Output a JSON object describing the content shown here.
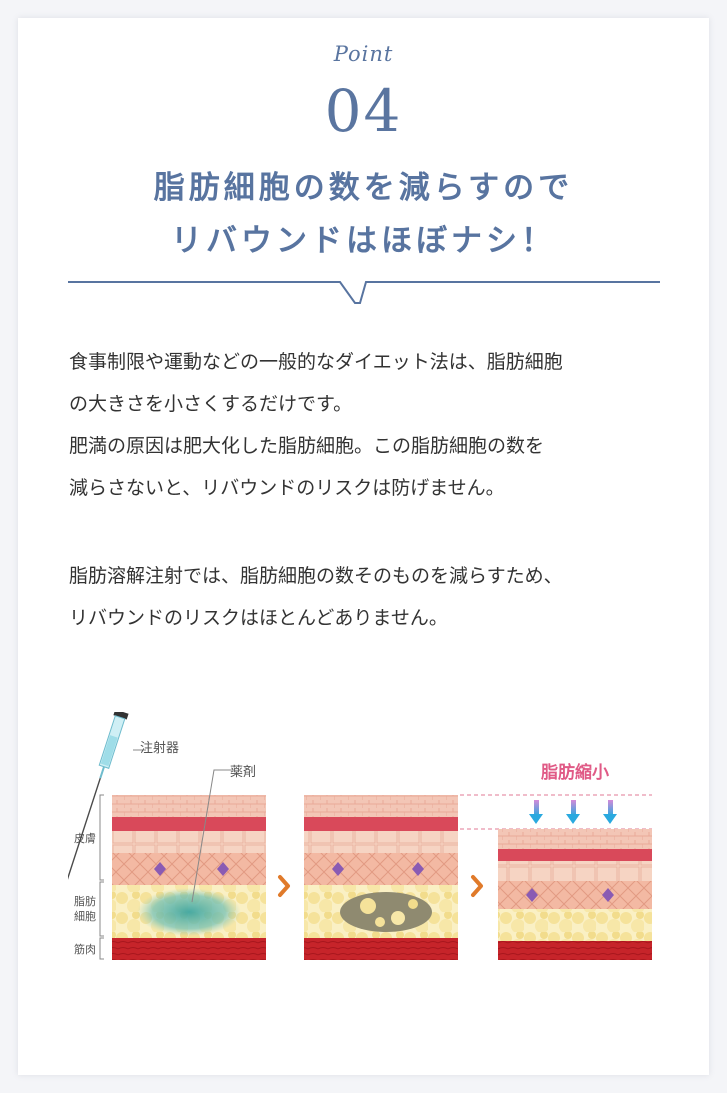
{
  "point": {
    "script_label": "Point",
    "number": "04"
  },
  "heading": {
    "line1": "脂肪細胞の数を減らすので",
    "line2": "リバウンドはほぼナシ！"
  },
  "body": {
    "lines": [
      "食事制限や運動などの一般的なダイエット法は、脂肪細胞",
      "の大きさを小さくするだけです。",
      "肥満の原因は肥大化した脂肪細胞。この脂肪細胞の数を",
      "減らさないと、リバウンドのリスクは防げません。",
      "脂肪溶解注射では、脂肪細胞の数そのものを減らすため、",
      "リバウンドのリスクはほとんどありません。"
    ]
  },
  "illustration": {
    "syringe_label": "注射器",
    "drug_label": "薬剤",
    "shrink_label": "脂肪縮小",
    "layer_skin": "皮膚",
    "layer_fat_1": "脂肪",
    "layer_fat_2": "細胞",
    "layer_muscle": "筋肉",
    "accent_color": "#e05a86",
    "arrow_color": "#e07a2a",
    "muscle_color": "#c6242a",
    "fat_color": "#f7e8a6"
  }
}
